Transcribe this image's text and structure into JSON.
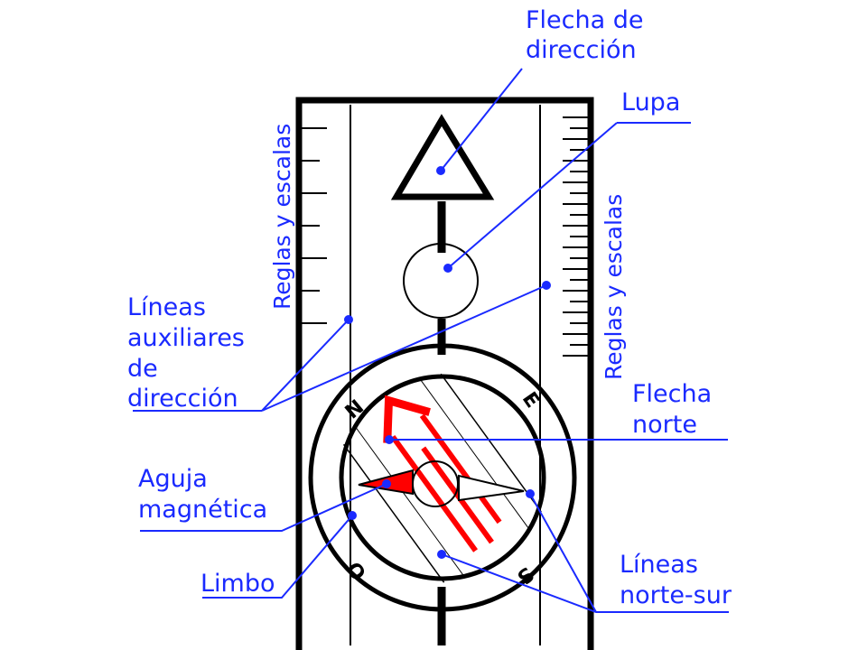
{
  "labels": {
    "flecha_direccion": [
      "Flecha de",
      "dirección"
    ],
    "lupa": "Lupa",
    "reglas_izq": "Reglas y escalas",
    "reglas_der": "Reglas y escalas",
    "lineas_auxiliares": [
      "Líneas",
      "auxiliares",
      "de",
      "dirección"
    ],
    "flecha_norte": [
      "Flecha",
      "norte"
    ],
    "aguja": [
      "Aguja",
      "magnética"
    ],
    "limbo": "Limbo",
    "lineas_norte_sur": [
      "Líneas",
      "norte-sur"
    ]
  },
  "dial": {
    "n": "N",
    "e": "E",
    "s": "S",
    "o": "O"
  },
  "colors": {
    "label": "#1a2aff",
    "ink": "#000000",
    "needle_red": "#ff0000"
  }
}
